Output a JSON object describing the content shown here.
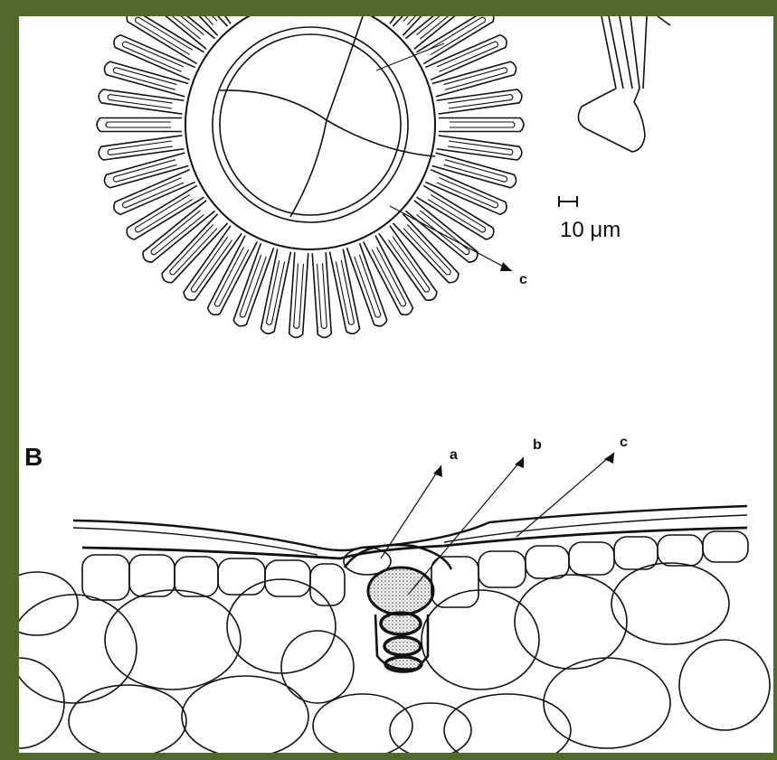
{
  "figure": {
    "colors": {
      "frame": "#4f6a2a",
      "paper": "#ffffff",
      "ink": "#111111",
      "stipple": "#d9d9d9"
    },
    "panel_b": {
      "letter": "B",
      "labels": {
        "a": "a",
        "b": "b",
        "c": "c"
      }
    },
    "panel_a": {
      "labels": {
        "c": "c"
      },
      "scale_bar": "10 μm"
    }
  }
}
